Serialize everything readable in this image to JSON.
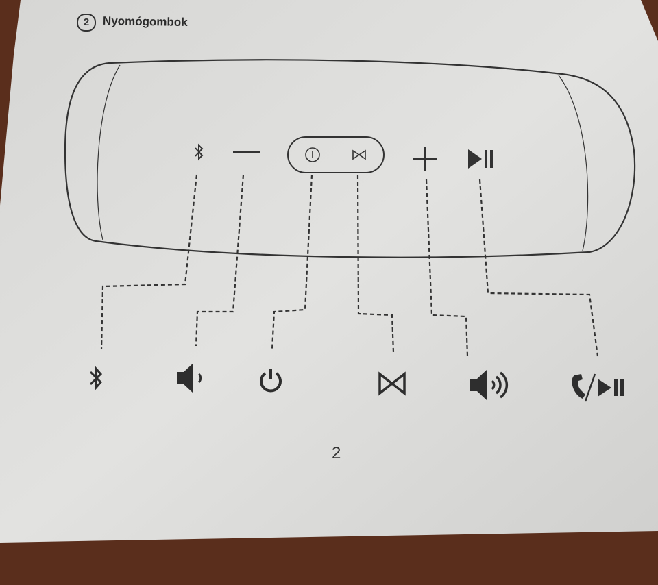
{
  "section": {
    "number": "2",
    "title": "Nyomógombok"
  },
  "page_number": "2",
  "colors": {
    "paper": "#dcdcdc",
    "wood": "#5a2e1c",
    "ink": "#2e2e2e"
  },
  "speaker_buttons": [
    "bluetooth-icon",
    "minus-icon",
    "power-icon",
    "connect-icon",
    "plus-icon",
    "play-pause-icon"
  ],
  "legend_icons": [
    "bluetooth-icon",
    "volume-down-icon",
    "power-icon",
    "connect-icon",
    "volume-up-icon",
    "phone-play-pause-icon"
  ]
}
